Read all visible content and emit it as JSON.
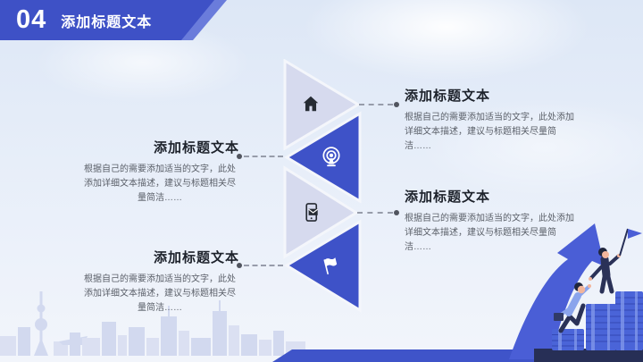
{
  "slide": {
    "badge": {
      "number": "04",
      "title": "添加标题文本"
    },
    "items": [
      {
        "icon": "home-icon",
        "side": "right",
        "title": "添加标题文本",
        "body": "根据自己的需要添加适当的文字，此处添加详细文本描述，建议与标题相关尽量简洁……"
      },
      {
        "icon": "broadcast-icon",
        "side": "left",
        "title": "添加标题文本",
        "body": "根据自己的需要添加适当的文字，此处添加详细文本描述，建议与标题相关尽量简洁……"
      },
      {
        "icon": "mobile-mail-icon",
        "side": "right",
        "title": "添加标题文本",
        "body": "根据自己的需要添加适当的文字，此处添加详细文本描述，建议与标题相关尽量简洁……"
      },
      {
        "icon": "flag-icon",
        "side": "left",
        "title": "添加标题文本",
        "body": "根据自己的需要添加适当的文字，此处添加详细文本描述，建议与标题相关尽量简洁……"
      }
    ],
    "colors": {
      "accent_blue": "#3e51c6",
      "light_triangle": "#d6daee",
      "title_text": "#1d222b",
      "body_text": "#5a5f68",
      "navy": "#272f56"
    }
  }
}
